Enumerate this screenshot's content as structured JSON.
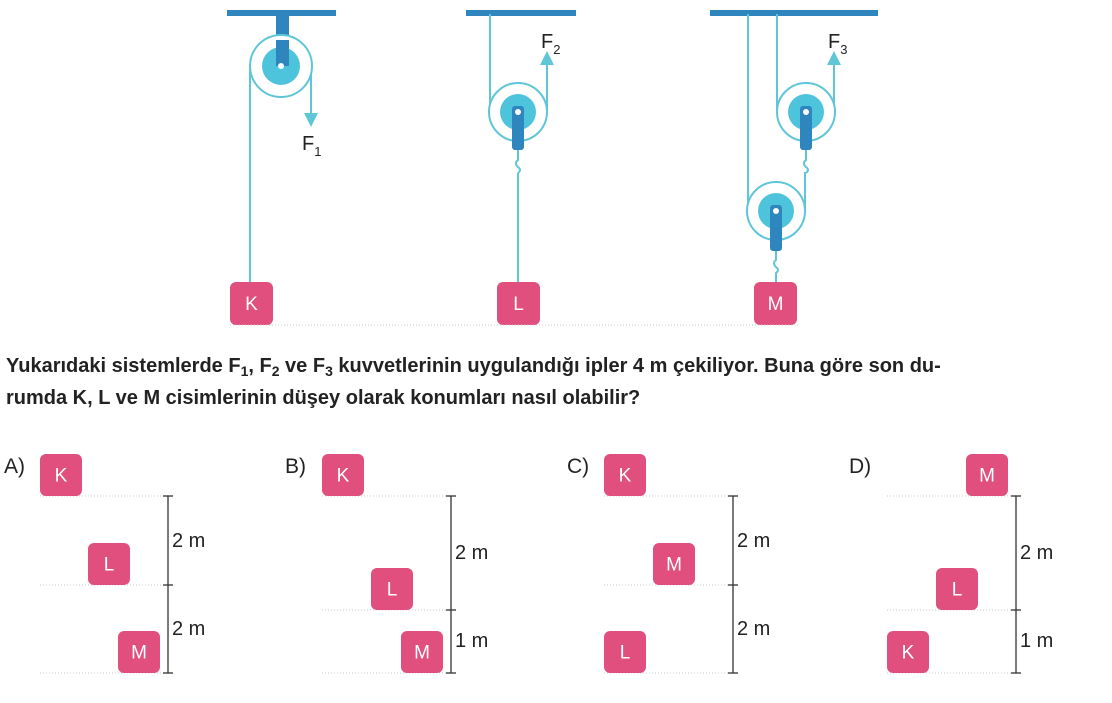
{
  "question": {
    "part1": "Yukarıdaki sistemlerde F",
    "sub1": "1",
    "part2": ", F",
    "sub2": "2",
    "part3": " ve F",
    "sub3": "3",
    "part4": " kuvvetlerinin uygulandığı ipler 4 m çekiliyor. Buna göre son du-",
    "line2": "rumda K, L ve M cisimlerinin düşey olarak konumları nasıl olabilir?"
  },
  "systems": {
    "f1": {
      "letter": "F",
      "sub": "1"
    },
    "f2": {
      "letter": "F",
      "sub": "2"
    },
    "f3": {
      "letter": "F",
      "sub": "3"
    },
    "k": "K",
    "l": "L",
    "m": "M"
  },
  "options": {
    "a": {
      "label": "A)",
      "top": "K",
      "mid": "L",
      "bot": "M",
      "upper": "2 m",
      "lower": "2 m"
    },
    "b": {
      "label": "B)",
      "top": "K",
      "mid": "L",
      "bot": "M",
      "upper": "2 m",
      "lower": "1 m"
    },
    "c": {
      "label": "C)",
      "top": "K",
      "mid": "M",
      "bot": "L",
      "upper": "2 m",
      "lower": "2 m"
    },
    "d": {
      "label": "D)",
      "top": "M",
      "mid": "L",
      "bot": "K",
      "upper": "2 m",
      "lower": "1 m"
    }
  },
  "colors": {
    "rope": "#5fc6d8",
    "ceiling": "#2f85be",
    "pulley_inner": "#4ec3dc",
    "axle": "#2f85be",
    "box": "#e04f7e",
    "dotted": "#c8c8c8"
  }
}
